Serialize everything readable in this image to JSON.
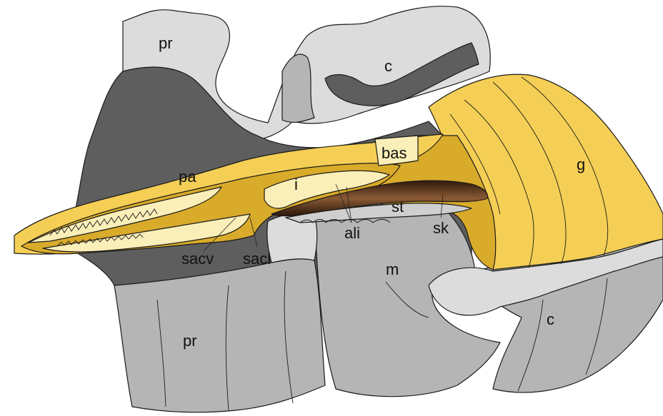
{
  "figure": {
    "labels": {
      "pr_top": "pr",
      "c_top": "c",
      "bas": "bas",
      "g": "g",
      "pa": "pa",
      "i": "i",
      "st": "st",
      "ali": "ali",
      "sk": "sk",
      "sacv": "sacv",
      "sacl": "sacl",
      "m": "m",
      "pr_bottom": "pr",
      "c_bottom": "c"
    },
    "colors": {
      "light_gray": "#dcdcdc",
      "mid_gray": "#b5b5b5",
      "dark_gray": "#5e5e5e",
      "yellow": "#f5cf55",
      "ochre": "#d9ab2a",
      "pale_yellow": "#fbefb9",
      "brown": "#4a2b14"
    }
  }
}
